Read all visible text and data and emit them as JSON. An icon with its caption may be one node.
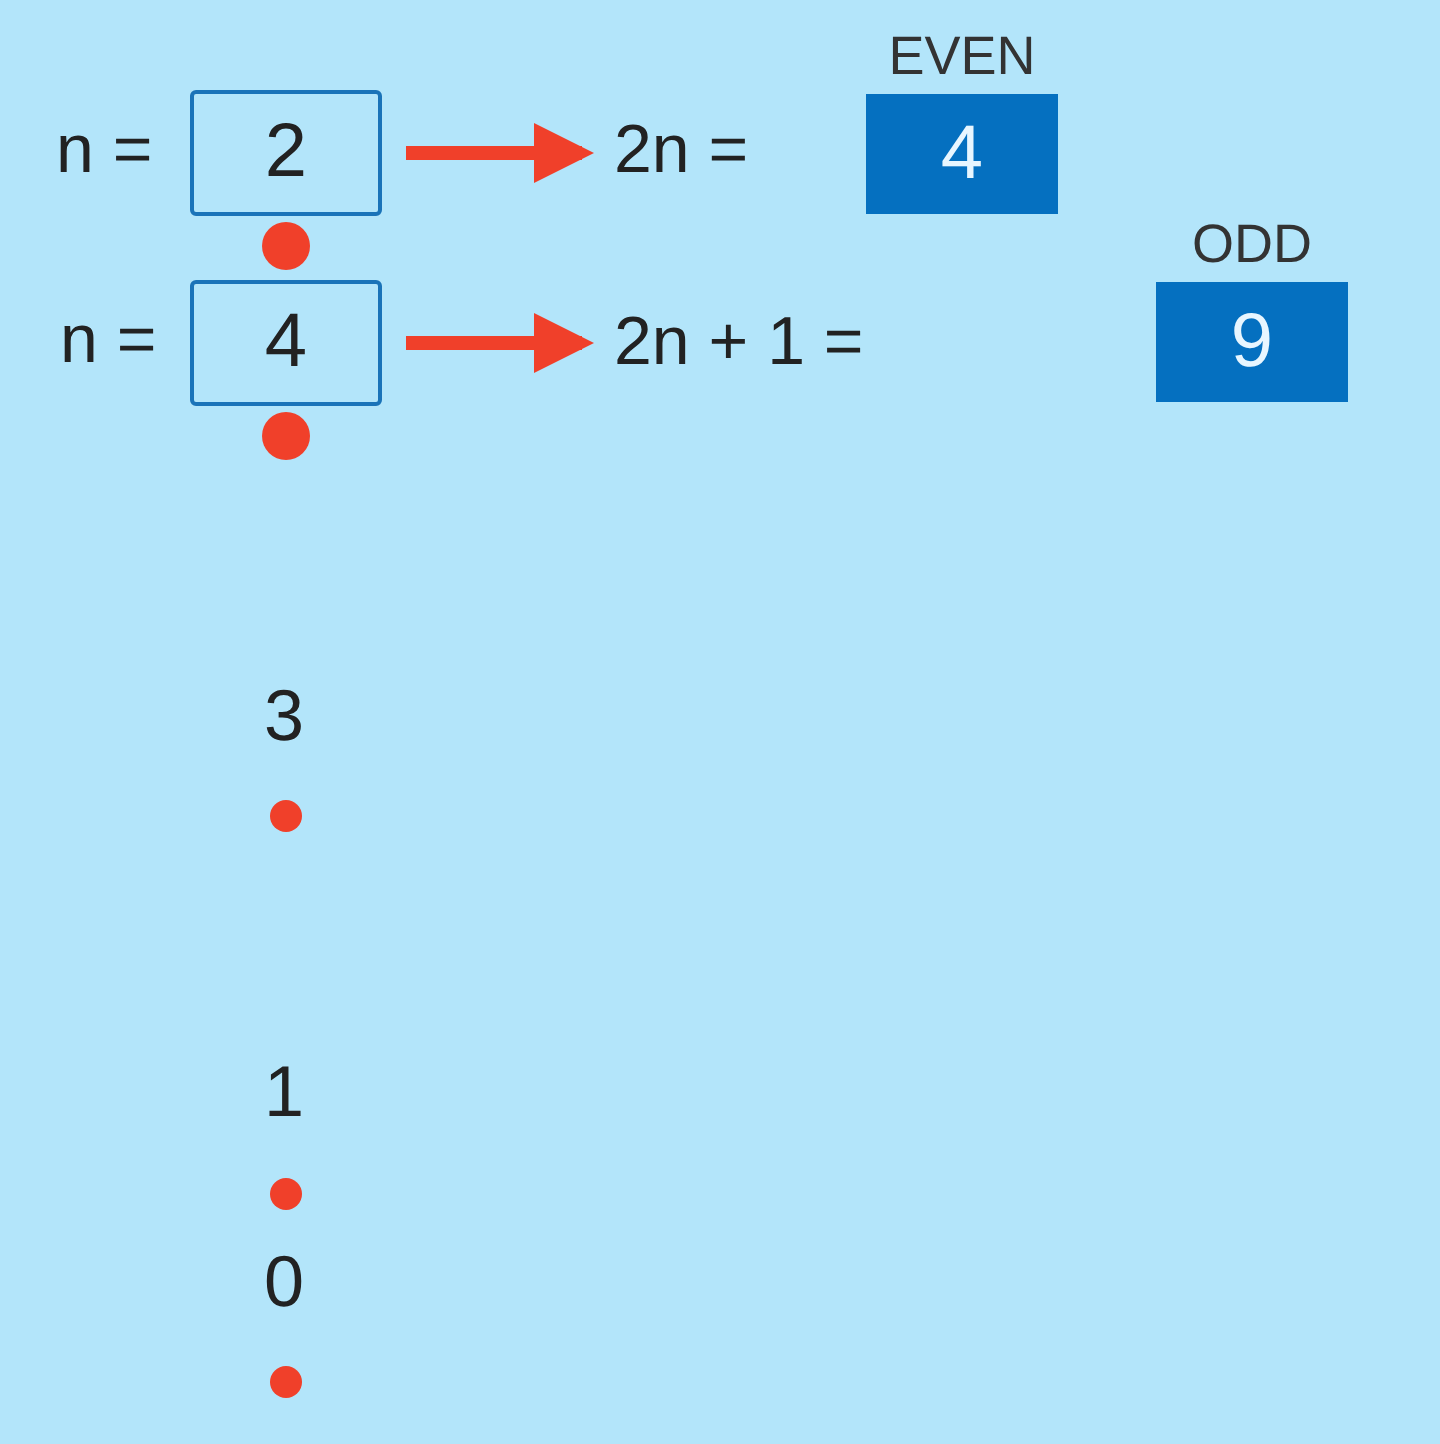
{
  "diagram": {
    "nodes": [
      {
        "text": [
          "2"
        ],
        "beside": [
          "n ="
        ]
      },
      {
        "text": [
          "2n ="
        ]
      },
      {
        "text": [
          "EVEN",
          "4"
        ]
      },
      {
        "text": [
          "4"
        ],
        "beside": [
          "n ="
        ]
      },
      {
        "text": [
          "2n + 1 ="
        ]
      },
      {
        "text": [
          "ODD",
          "9"
        ]
      }
    ],
    "edges": [
      {
        "from": 0,
        "to": 1,
        "arrow": "to"
      },
      {
        "from": 3,
        "to": 4,
        "arrow": "to"
      }
    ],
    "labels": [
      "3",
      "1",
      "0"
    ]
  }
}
